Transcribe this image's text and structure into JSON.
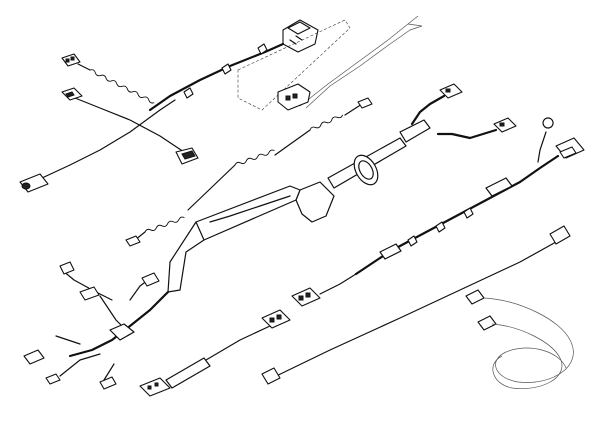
{
  "diagram": {
    "type": "parts-illustration",
    "subject_parts": [
      "harness-upper-left",
      "harness-connector-dashed-group",
      "harness-center-sheath",
      "harness-right-branch",
      "harness-lower-left",
      "cable-long-diagonal",
      "cable-coiled-bottom-right",
      "cable-bottom-center"
    ],
    "colors": {
      "line": "#111111",
      "background": "#ffffff"
    }
  }
}
